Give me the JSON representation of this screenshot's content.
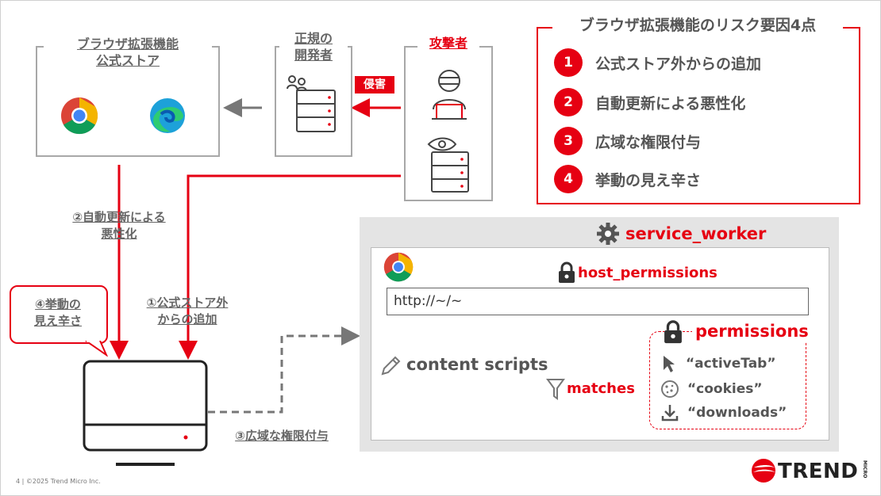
{
  "store": {
    "title": "ブラウザ拡張機能\n公式ストア"
  },
  "developer": {
    "title": "正規の\n開発者"
  },
  "attacker": {
    "title": "攻撃者"
  },
  "intrusion_label": "侵害",
  "labels": {
    "auto_update": "②自動更新による\n悪性化",
    "outside_store": "①公式ストア外\nからの追加",
    "wide_permissions": "③広域な権限付与",
    "behavior_visibility": "④挙動の\n見え辛さ"
  },
  "risk_panel": {
    "title": "ブラウザ拡張機能のリスク要因4点",
    "items": [
      {
        "num": "1",
        "text": "公式ストア外からの追加"
      },
      {
        "num": "2",
        "text": "自動更新による悪性化"
      },
      {
        "num": "3",
        "text": "広域な権限付与"
      },
      {
        "num": "4",
        "text": "挙動の見え辛さ"
      }
    ]
  },
  "extension": {
    "service_worker": "service_worker",
    "host_permissions": "host_permissions",
    "url": "http://~/~",
    "content_scripts": "content scripts",
    "matches": "matches",
    "permissions_title": "permissions",
    "permissions": [
      "“activeTab”",
      "“cookies”",
      "“downloads”"
    ]
  },
  "footer": "4 | ©2025 Trend Micro Inc.",
  "brand": {
    "name": "TREND",
    "sub": "MICRO"
  },
  "colors": {
    "accent": "#e60012",
    "gray": "#777777"
  }
}
